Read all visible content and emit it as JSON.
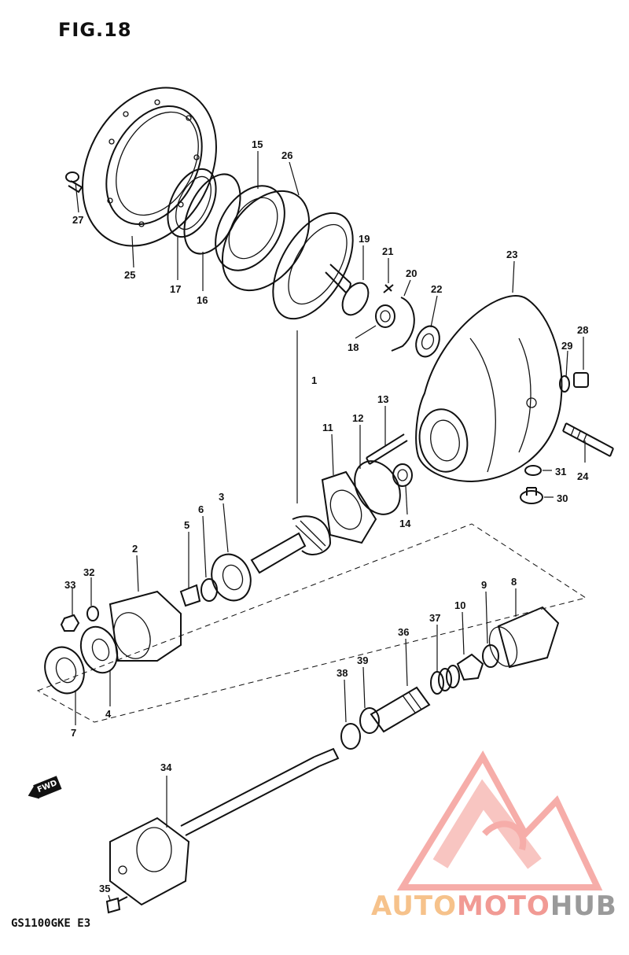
{
  "figure_title": "FIG.18",
  "model_code": "GS1100GKE E3",
  "fwd_label": "FWD",
  "watermark": {
    "part1": "AUTO",
    "part2": "MOTO",
    "part3": "HUB",
    "color1": "#f6c28b",
    "color2": "#f19a94",
    "color3": "#9a9a9a"
  },
  "callouts": {
    "p1": "1",
    "p2": "2",
    "p3": "3",
    "p4": "4",
    "p5": "5",
    "p6": "6",
    "p7": "7",
    "p8": "8",
    "p9": "9",
    "p10": "10",
    "p11": "11",
    "p12": "12",
    "p13": "13",
    "p14": "14",
    "p15": "15",
    "p16": "16",
    "p17": "17",
    "p18": "18",
    "p19": "19",
    "p20": "20",
    "p21": "21",
    "p22": "22",
    "p23": "23",
    "p24": "24",
    "p25": "25",
    "p26": "26",
    "p27": "27",
    "p28": "28",
    "p29": "29",
    "p30": "30",
    "p31": "31",
    "p32": "32",
    "p33": "33",
    "p34": "34",
    "p35": "35",
    "p36": "36",
    "p37": "37",
    "p38": "38",
    "p39": "39"
  }
}
